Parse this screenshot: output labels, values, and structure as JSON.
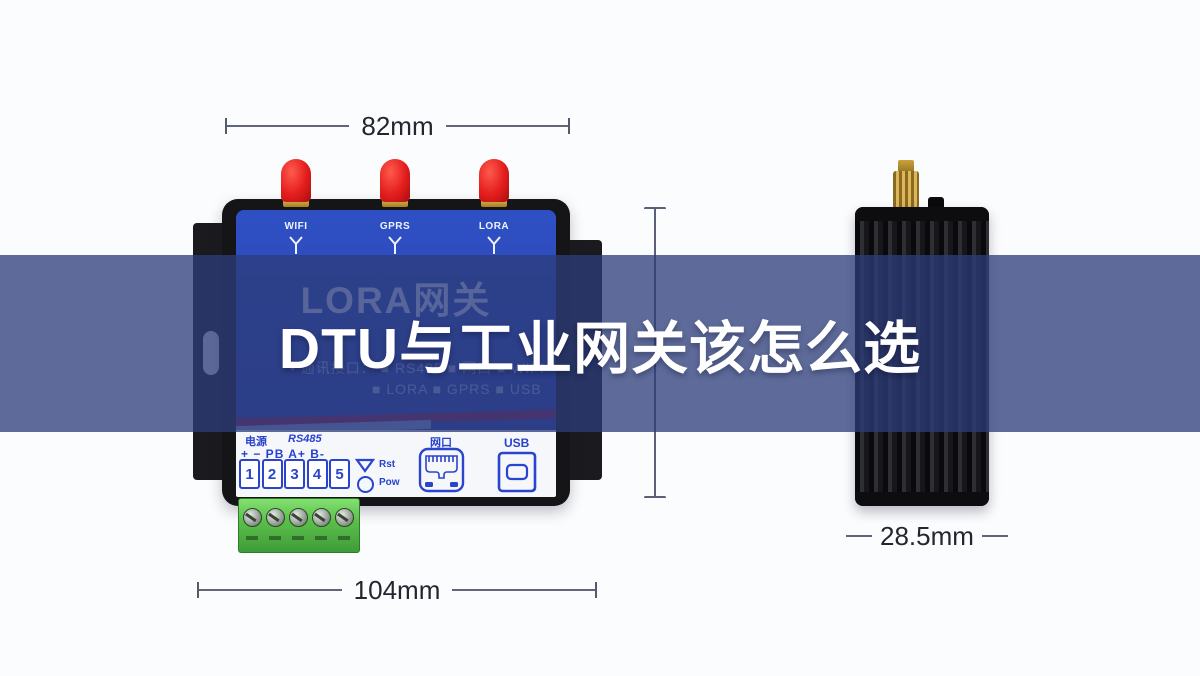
{
  "banner": {
    "title": "DTU与工业网关该怎么选"
  },
  "gateway": {
    "antennas": [
      "WIFI",
      "GPRS",
      "LORA"
    ],
    "panel_title": "LORA网关",
    "specs": {
      "line1": "• 通讯接口： ■ RS485  ■ 网口  ■ WIFI",
      "line2": "■ LORA  ■ GPRS  ■ USB"
    },
    "io": {
      "power_label": "电源",
      "rs485_label": "RS485",
      "pin_labels": "+  −  PB A+ B-",
      "terminals": [
        "1",
        "2",
        "3",
        "4",
        "5"
      ],
      "rst_label": "Rst",
      "pow_label": "Pow",
      "ethernet_label": "网口",
      "usb_label": "USB"
    }
  },
  "dimensions": {
    "width_top": "82mm",
    "width_bottom": "104mm",
    "dtu_width": "28.5mm"
  },
  "colors": {
    "panel_blue": "#2b49b8",
    "banner_overlay": "rgba(45,60,122,0.76)",
    "antenna_red": "#e31d1d",
    "terminal_green": "#5cc04c",
    "sma_gold": "#caa23f"
  }
}
